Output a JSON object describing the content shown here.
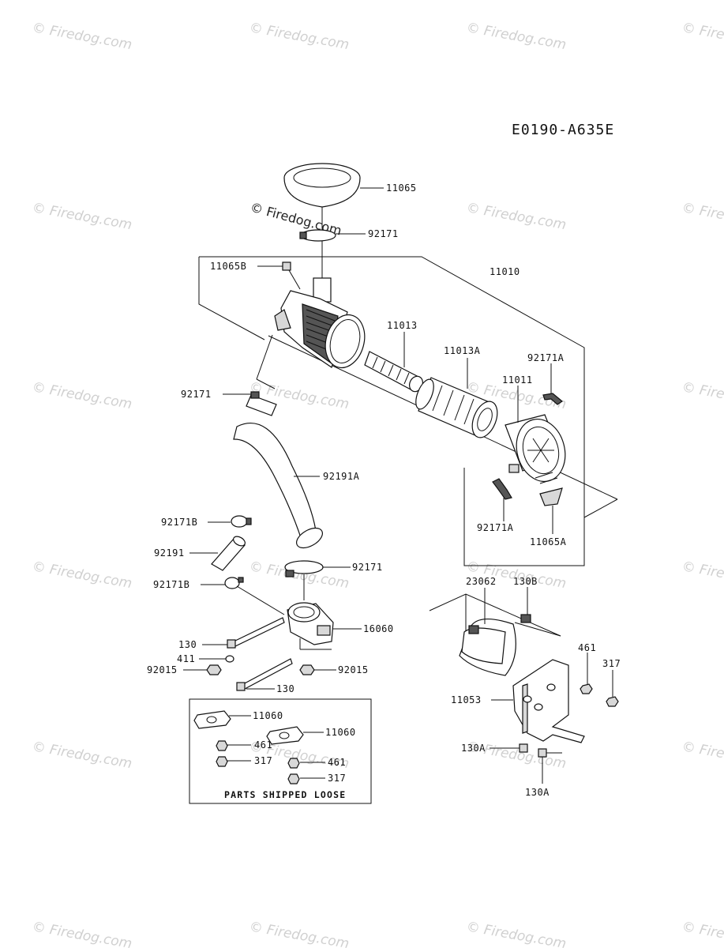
{
  "diagram_code": "E0190-A635E",
  "watermark": {
    "text": "© Firedog.com",
    "center_text": "© Firedog.com",
    "color": "#d0d0d0"
  },
  "callouts": {
    "p11065": "11065",
    "p92171_top": "92171",
    "p11065B": "11065B",
    "p11010": "11010",
    "p11013": "11013",
    "p11013A": "11013A",
    "p92171A_top": "92171A",
    "p11011": "11011",
    "p92171_left": "92171",
    "p92191A": "92191A",
    "p92171A_bot": "92171A",
    "p11065A": "11065A",
    "p92171B_top": "92171B",
    "p92191": "92191",
    "p92171_mid": "92171",
    "p92171B_bot": "92171B",
    "p23062": "23062",
    "p130B": "130B",
    "p16060": "16060",
    "p130_a": "130",
    "p411": "411",
    "p92015_left": "92015",
    "p92015_right": "92015",
    "p130_b": "130",
    "p461_right": "461",
    "p317_right": "317",
    "p11053": "11053",
    "p130A_left": "130A",
    "p130A_bot": "130A",
    "p11060_a": "11060",
    "p11060_b": "11060",
    "p461_box_a": "461",
    "p317_box_a": "317",
    "p461_box_b": "461",
    "p317_box_b": "317"
  },
  "loose_box_title": "PARTS SHIPPED LOOSE"
}
